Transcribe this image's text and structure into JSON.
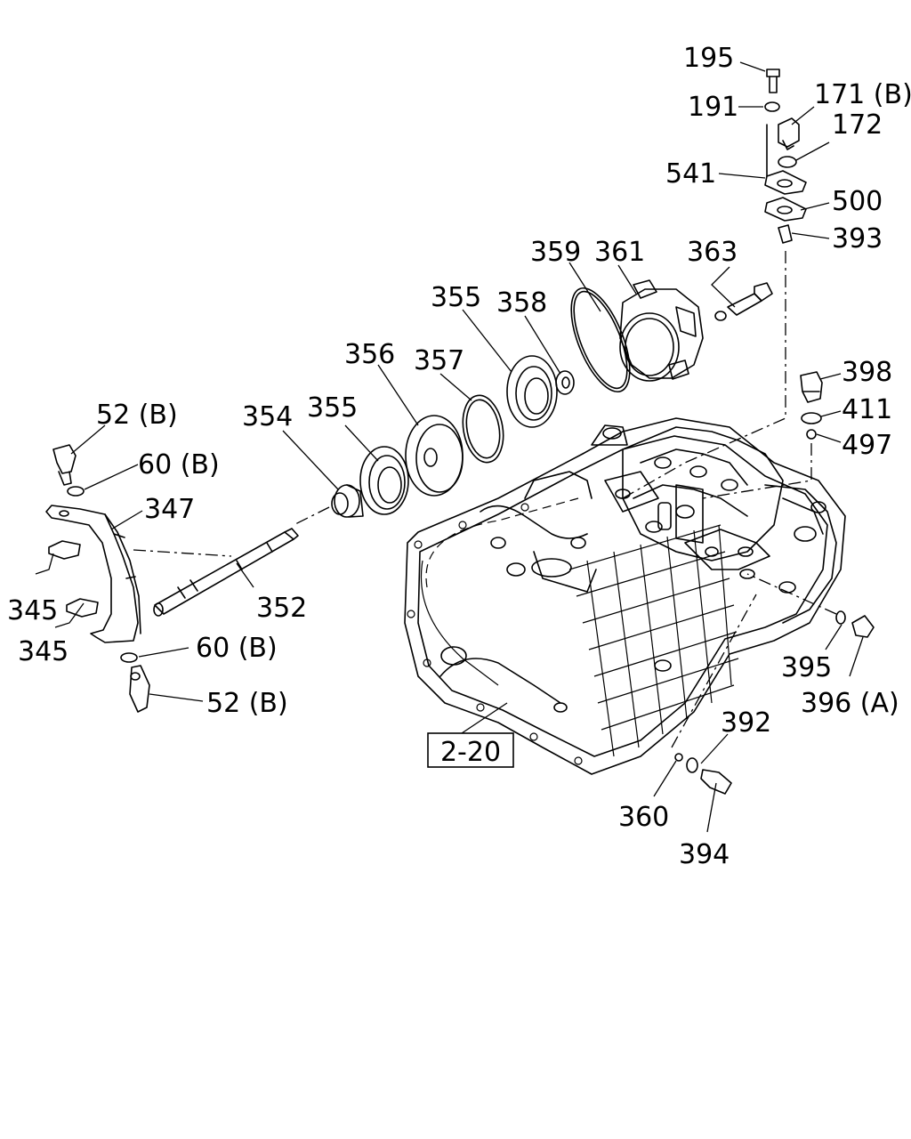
{
  "callouts": {
    "p195": "195",
    "p191": "191",
    "p171b": "171 (B)",
    "p172": "172",
    "p541": "541",
    "p500": "500",
    "p393": "393",
    "p359": "359",
    "p361": "361",
    "p363": "363",
    "p355a": "355",
    "p358": "358",
    "p356": "356",
    "p357": "357",
    "p398": "398",
    "p411": "411",
    "p497": "497",
    "p52b_top": "52 (B)",
    "p354": "354",
    "p355b": "355",
    "p60b_top": "60 (B)",
    "p347": "347",
    "p345a": "345",
    "p352": "352",
    "p345b": "345",
    "p60b_bot": "60 (B)",
    "p52b_bot": "52 (B)",
    "p395": "395",
    "p396a": "396 (A)",
    "p392": "392",
    "p360": "360",
    "p394": "394"
  },
  "reference_box": "2-20"
}
